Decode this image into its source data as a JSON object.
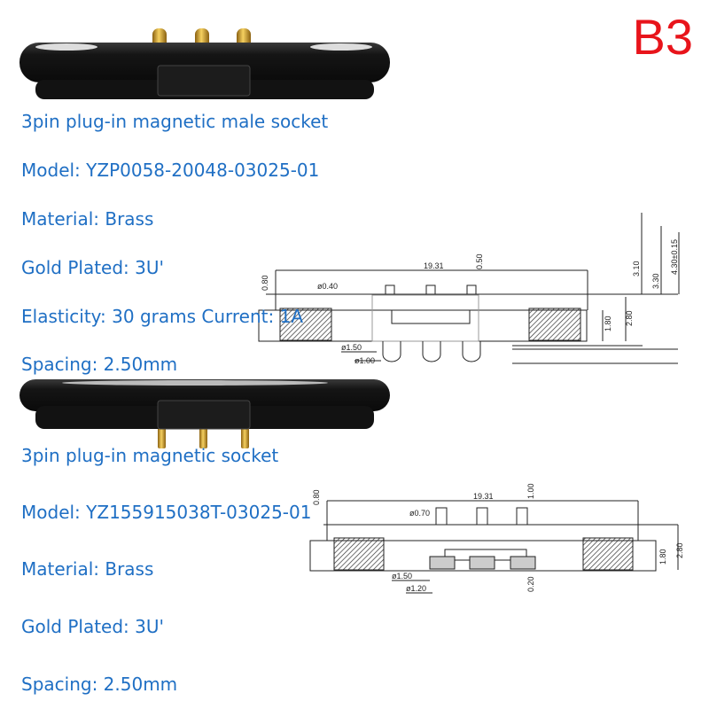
{
  "badge": "B3",
  "products": [
    {
      "title": "3pin plug-in magnetic male socket",
      "model": "Model: YZP0058-20048-03025-01",
      "material": "Material: Brass",
      "plating": "Gold Plated: 3U'",
      "elasticity": "Elasticity: 30 grams Current: 1A",
      "spacing": "Spacing: 2.50mm",
      "dimensions": {
        "length": "19.31",
        "top": "0.80",
        "pin_dia": "ø0.40",
        "pin_h": "0.50",
        "h1": "3.10",
        "h2": "3.30",
        "h3": "4.30±0.15",
        "body": "1.80",
        "total": "2.80",
        "base_dia": "ø1.50",
        "tip_dia": "ø1.00"
      }
    },
    {
      "title": "3pin plug-in magnetic socket",
      "model": "Model: YZ155915038T-03025-01",
      "material": "Material: Brass",
      "plating": "Gold Plated: 3U'",
      "spacing": "Spacing: 2.50mm",
      "dimensions": {
        "length": "19.31",
        "top": "0.80",
        "pin_dia": "ø0.70",
        "pin_h": "1.00",
        "body": "1.80",
        "total": "2.80",
        "base_dia": "ø1.50",
        "tip_dia": "ø1.20",
        "recess": "0.20"
      }
    }
  ],
  "colors": {
    "text": "#1f6fc4",
    "badge": "#e8141b",
    "body": "#1a1a1a",
    "pin": "#d4a22a"
  }
}
